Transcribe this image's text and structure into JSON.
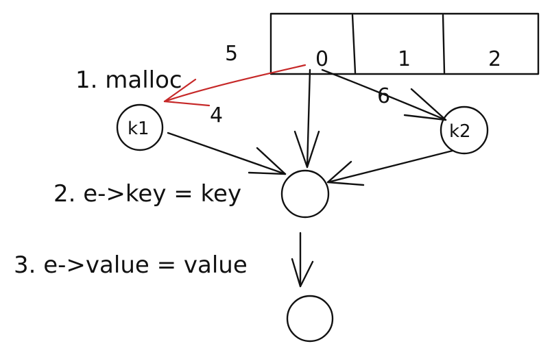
{
  "array": {
    "label": "5",
    "cells": [
      "0",
      "1",
      "2"
    ]
  },
  "steps": {
    "step1": "1. malloc",
    "step2": "2. e->key = key",
    "step3": "3. e->value = value"
  },
  "nodes": {
    "k1": "k1",
    "k2": "k2"
  },
  "annotations": {
    "four": "4",
    "six": "6"
  },
  "colors": {
    "ink": "#111111",
    "highlight": "#c62828"
  }
}
